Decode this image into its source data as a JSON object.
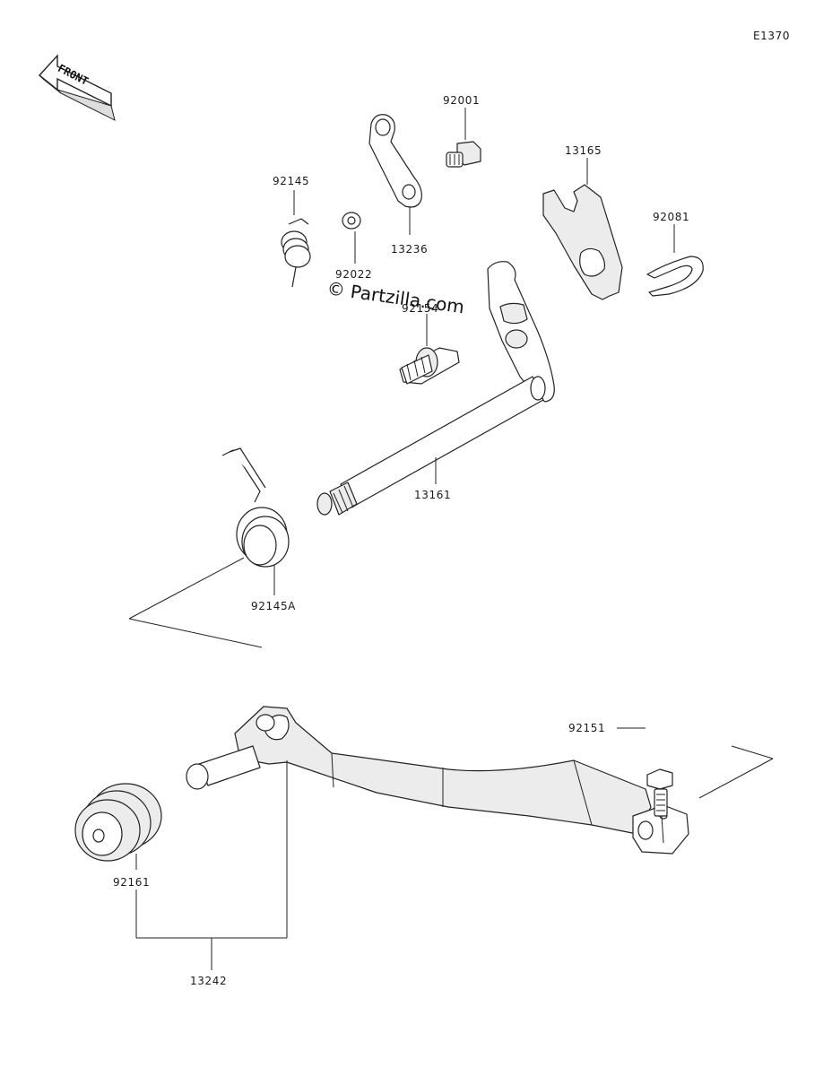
{
  "diagram_code": "E1370",
  "front_label": "FRONT",
  "watermark": "© Partzilla.com",
  "parts": {
    "p92001": "92001",
    "p13165": "13165",
    "p92145": "92145",
    "p92081": "92081",
    "p13236": "13236",
    "p92022": "92022",
    "p92154": "92154",
    "p13161": "13161",
    "p92145A": "92145A",
    "p92151": "92151",
    "p92161": "92161",
    "p13242": "13242"
  }
}
